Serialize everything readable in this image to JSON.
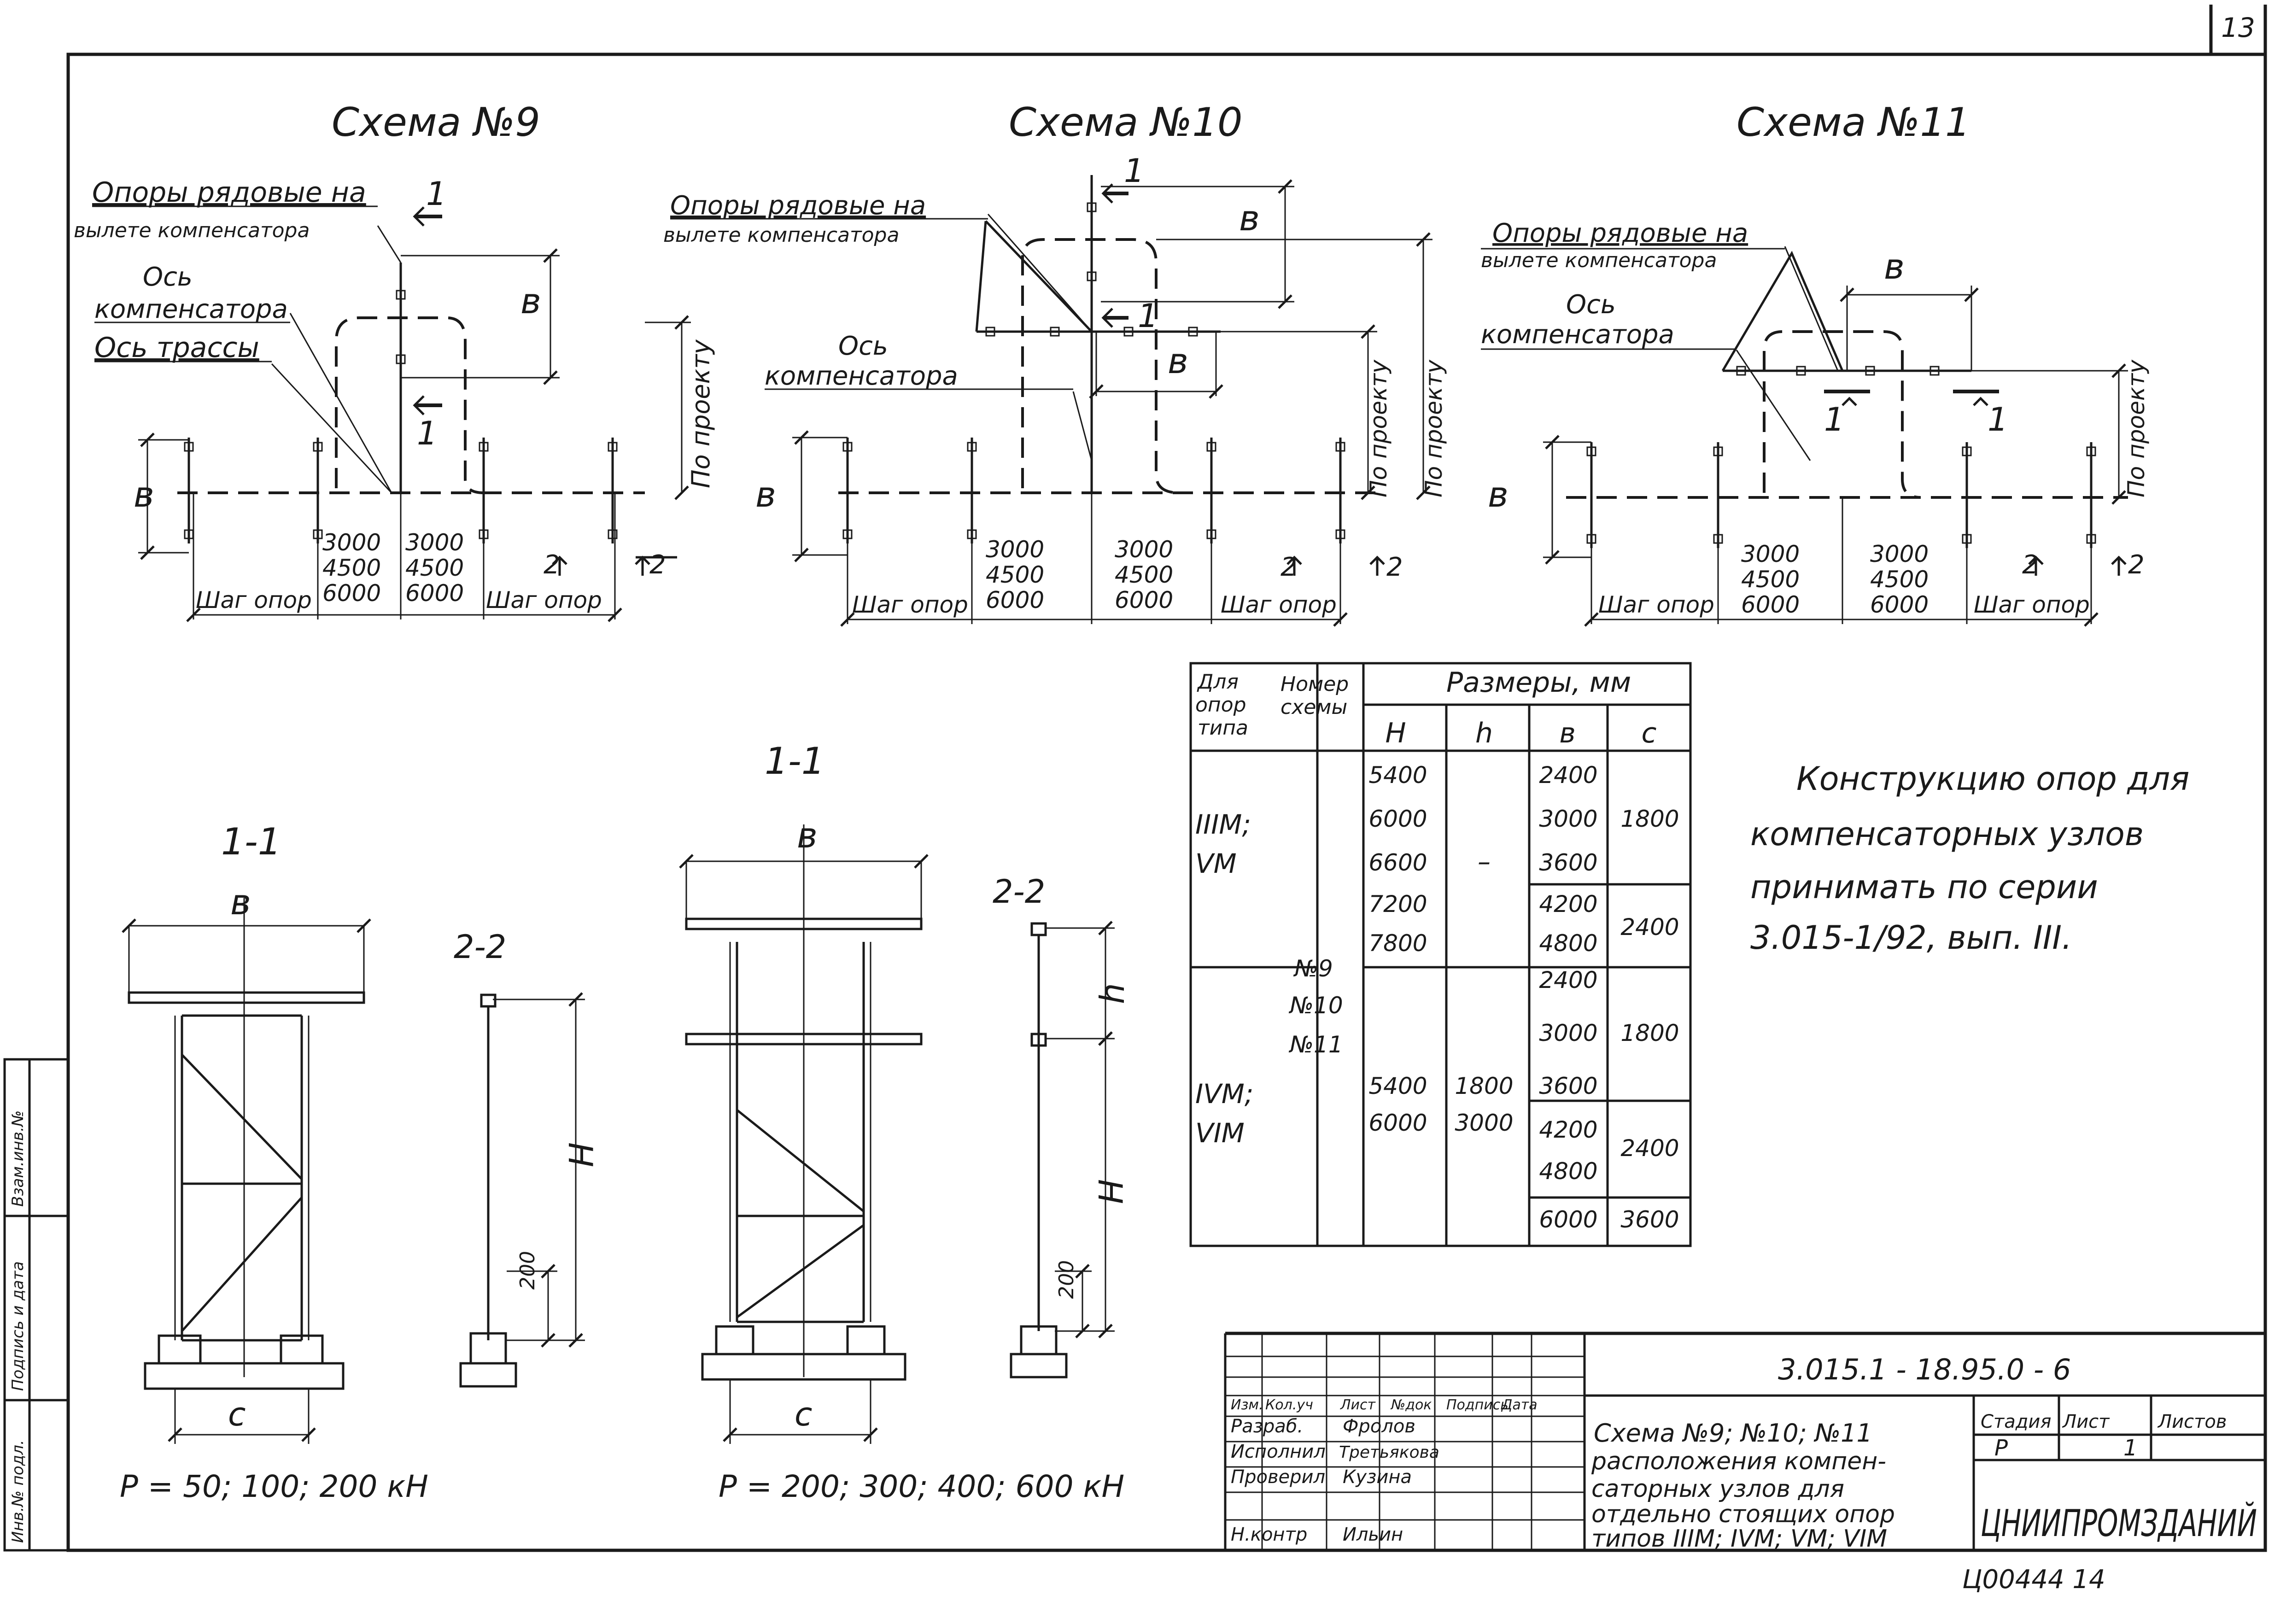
{
  "sheet": {
    "page_number": "13",
    "note": [
      "Конструкцию опор для",
      "компенсаторных узлов",
      "принимать по серии",
      "3.015-1/92, вып. III."
    ]
  },
  "schemes": [
    {
      "title": "Схема №9",
      "supports_label": [
        "Опоры рядовые на",
        "вылете компенсатора"
      ],
      "axis_label": [
        "Ось",
        "компенсатора"
      ],
      "route_label": "Ось трассы",
      "dim_b": "в",
      "project_label": "По проекту",
      "step_left": "Шаг опор",
      "step_right": "Шаг опор",
      "spans_left": [
        "3000",
        "4500",
        "6000"
      ],
      "spans_right": [
        "3000",
        "4500",
        "6000"
      ],
      "cut1": "1",
      "cut2": "2"
    },
    {
      "title": "Схема №10",
      "supports_label": [
        "Опоры рядовые на",
        "вылете компенсатора"
      ],
      "axis_label": [
        "Ось",
        "компенсатора"
      ],
      "dim_b": "в",
      "project_label": "По проекту",
      "step_left": "Шаг опор",
      "step_right": "Шаг опор",
      "spans_left": [
        "3000",
        "4500",
        "6000"
      ],
      "spans_right": [
        "3000",
        "4500",
        "6000"
      ],
      "cut1": "1",
      "cut2": "2"
    },
    {
      "title": "Схема №11",
      "supports_label": [
        "Опоры рядовые на",
        "вылете компенсатора"
      ],
      "axis_label": [
        "Ось",
        "компенсатора"
      ],
      "dim_b": "в",
      "project_label": "По проекту",
      "step_left": "Шаг опор",
      "step_right": "Шаг опор",
      "spans_left": [
        "3000",
        "4500",
        "6000"
      ],
      "spans_right": [
        "3000",
        "4500",
        "6000"
      ],
      "cut1": "1",
      "cut2": "2"
    }
  ],
  "sections": {
    "left_title": "1-1",
    "left_dim_b": "в",
    "left_dim_c": "с",
    "left_load": "Р = 50; 100; 200 кН",
    "left_side_title": "2-2",
    "left_dim_H": "Н",
    "left_dim_200": "200",
    "right_title": "1-1",
    "right_dim_b": "в",
    "right_dim_c": "с",
    "right_load": "Р = 200; 300; 400; 600 кН",
    "right_side_title": "2-2",
    "right_dim_h": "h",
    "right_dim_H": "Н",
    "right_dim_200": "200"
  },
  "table": {
    "header_type": [
      "Для",
      "опор",
      "типа"
    ],
    "header_scheme": [
      "Номер",
      "схемы"
    ],
    "header_sizes": "Размеры, мм",
    "col_H": "Н",
    "col_h": "h",
    "col_B": "в",
    "col_C": "с",
    "types_1": [
      "IIIМ;",
      "VМ"
    ],
    "types_2": [
      "IVМ;",
      "VIМ"
    ],
    "schemes": [
      "№9",
      "№10",
      "№11"
    ],
    "g1_H": [
      "5400",
      "6000",
      "6600",
      "7200",
      "7800"
    ],
    "g1_h": "–",
    "g1_B": [
      "2400",
      "3000",
      "3600",
      "4200",
      "4800"
    ],
    "g1_C": [
      "1800",
      "2400"
    ],
    "g2_H": [
      "5400",
      "6000"
    ],
    "g2_h": [
      "1800",
      "3000"
    ],
    "g2_B": [
      "2400",
      "3000",
      "3600",
      "4200",
      "4800",
      "6000"
    ],
    "g2_C": [
      "1800",
      "2400",
      "3600"
    ]
  },
  "title_block": {
    "code": "3.015.1 - 18.95.0 - 6",
    "head": [
      "Изм.",
      "Кол.уч",
      "Лист",
      "№док",
      "Подпись",
      "Дата"
    ],
    "roles": [
      "Разраб.",
      "Исполнил",
      "Проверил",
      "Н.контр"
    ],
    "names": [
      "Фролов",
      "Третьякова",
      "Кузина",
      "Ильин"
    ],
    "description": [
      "Схема №9; №10; №11",
      "расположения компен-",
      "саторных узлов для",
      "отдельно стоящих опор",
      "типов IIIМ; IVМ; VМ; VIМ"
    ],
    "stage_head": "Стадия",
    "sheet_head": "Лист",
    "sheets_head": "Листов",
    "stage": "Р",
    "sheet": "1",
    "org": "ЦНИИПРОМЗДАНИЙ",
    "archive": "Ц00444  14"
  },
  "side_stamp": [
    "Инв.№ подл.",
    "Подпись и дата",
    "Взам.инв.№"
  ]
}
